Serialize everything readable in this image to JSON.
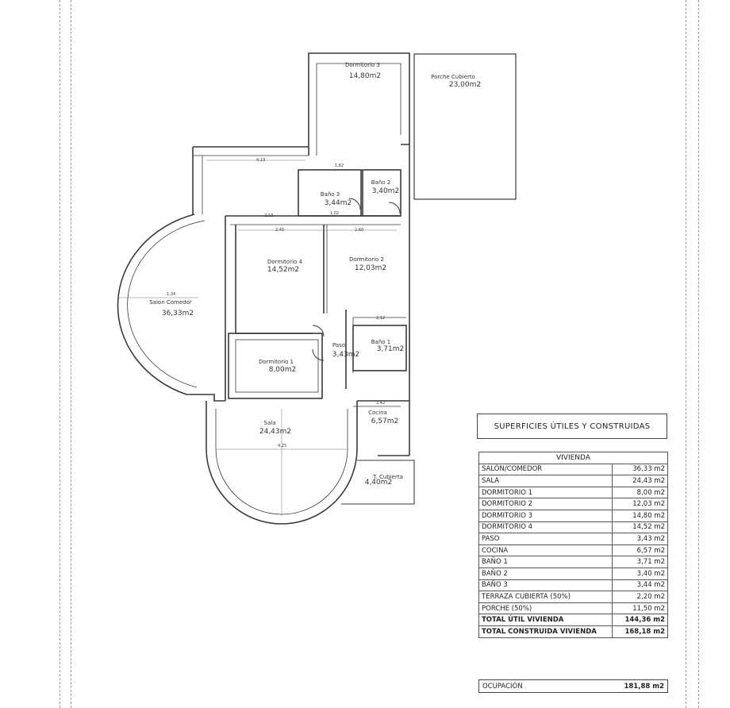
{
  "rooms": {
    "dormitorio3": {
      "name": "Dormitorio 3",
      "area": "14,80m2"
    },
    "porche": {
      "name": "Porche Cubierto",
      "area": "23,00m2"
    },
    "bano3": {
      "name": "Baño 3",
      "area": "3,44m2"
    },
    "bano2": {
      "name": "Baño 2",
      "area": "3,40m2"
    },
    "dormitorio4": {
      "name": "Dormitorio 4",
      "area": "14,52m2"
    },
    "dormitorio2": {
      "name": "Dormitorio 2",
      "area": "12,03m2"
    },
    "salon": {
      "name": "Salon Comedor",
      "area": "36,33m2"
    },
    "paso": {
      "name": "Paso",
      "area": "3,43m2"
    },
    "bano1": {
      "name": "Baño 1",
      "area": "3,71m2"
    },
    "dormitorio1": {
      "name": "Dormitorio 1",
      "area": "8,00m2"
    },
    "sala": {
      "name": "Sala",
      "area": "24,43m2"
    },
    "cocina": {
      "name": "Cocina",
      "area": "6,57m2"
    },
    "terraza": {
      "name": "T. Cubierta",
      "area": "4,40m2"
    }
  },
  "table": {
    "title": "SUPERFICIES ÚTILES Y CONSTRUIDAS",
    "section": "VIVIENDA",
    "rows": [
      {
        "label": "SALÓN/COMEDOR",
        "value": "36,33 m2"
      },
      {
        "label": "SALA",
        "value": "24,43 m2"
      },
      {
        "label": "DORMITORIO 1",
        "value": "8,00 m2"
      },
      {
        "label": "DORMITORIO 2",
        "value": "12,03 m2"
      },
      {
        "label": "DORMITORIO 3",
        "value": "14,80 m2"
      },
      {
        "label": "DORMITORIO 4",
        "value": "14,52 m2"
      },
      {
        "label": "PASO",
        "value": "3,43 m2"
      },
      {
        "label": "COCINA",
        "value": "6,57 m2"
      },
      {
        "label": "BAÑO 1",
        "value": "3,71 m2"
      },
      {
        "label": "BAÑO 2",
        "value": "3,40 m2"
      },
      {
        "label": "BAÑO 3",
        "value": "3,44 m2"
      },
      {
        "label": "TERRAZA CUBIERTA (50%)",
        "value": "2,20 m2"
      },
      {
        "label": "PORCHE (50%)",
        "value": "11,50 m2"
      }
    ],
    "totals": [
      {
        "label": "TOTAL ÚTIL VIVIENDA",
        "value": "144,36 m2"
      },
      {
        "label": "TOTAL CONSTRUIDA VIVIENDA",
        "value": "168,18 m2"
      }
    ],
    "occupation": {
      "label": "OCUPACIÓN",
      "value": "181,88 m2"
    }
  },
  "dimensions": [
    "4,13",
    "2,13",
    "2,45",
    "2,60",
    "1,82",
    "2,12",
    "2,42",
    "1,34",
    "1,02",
    "4,25"
  ]
}
